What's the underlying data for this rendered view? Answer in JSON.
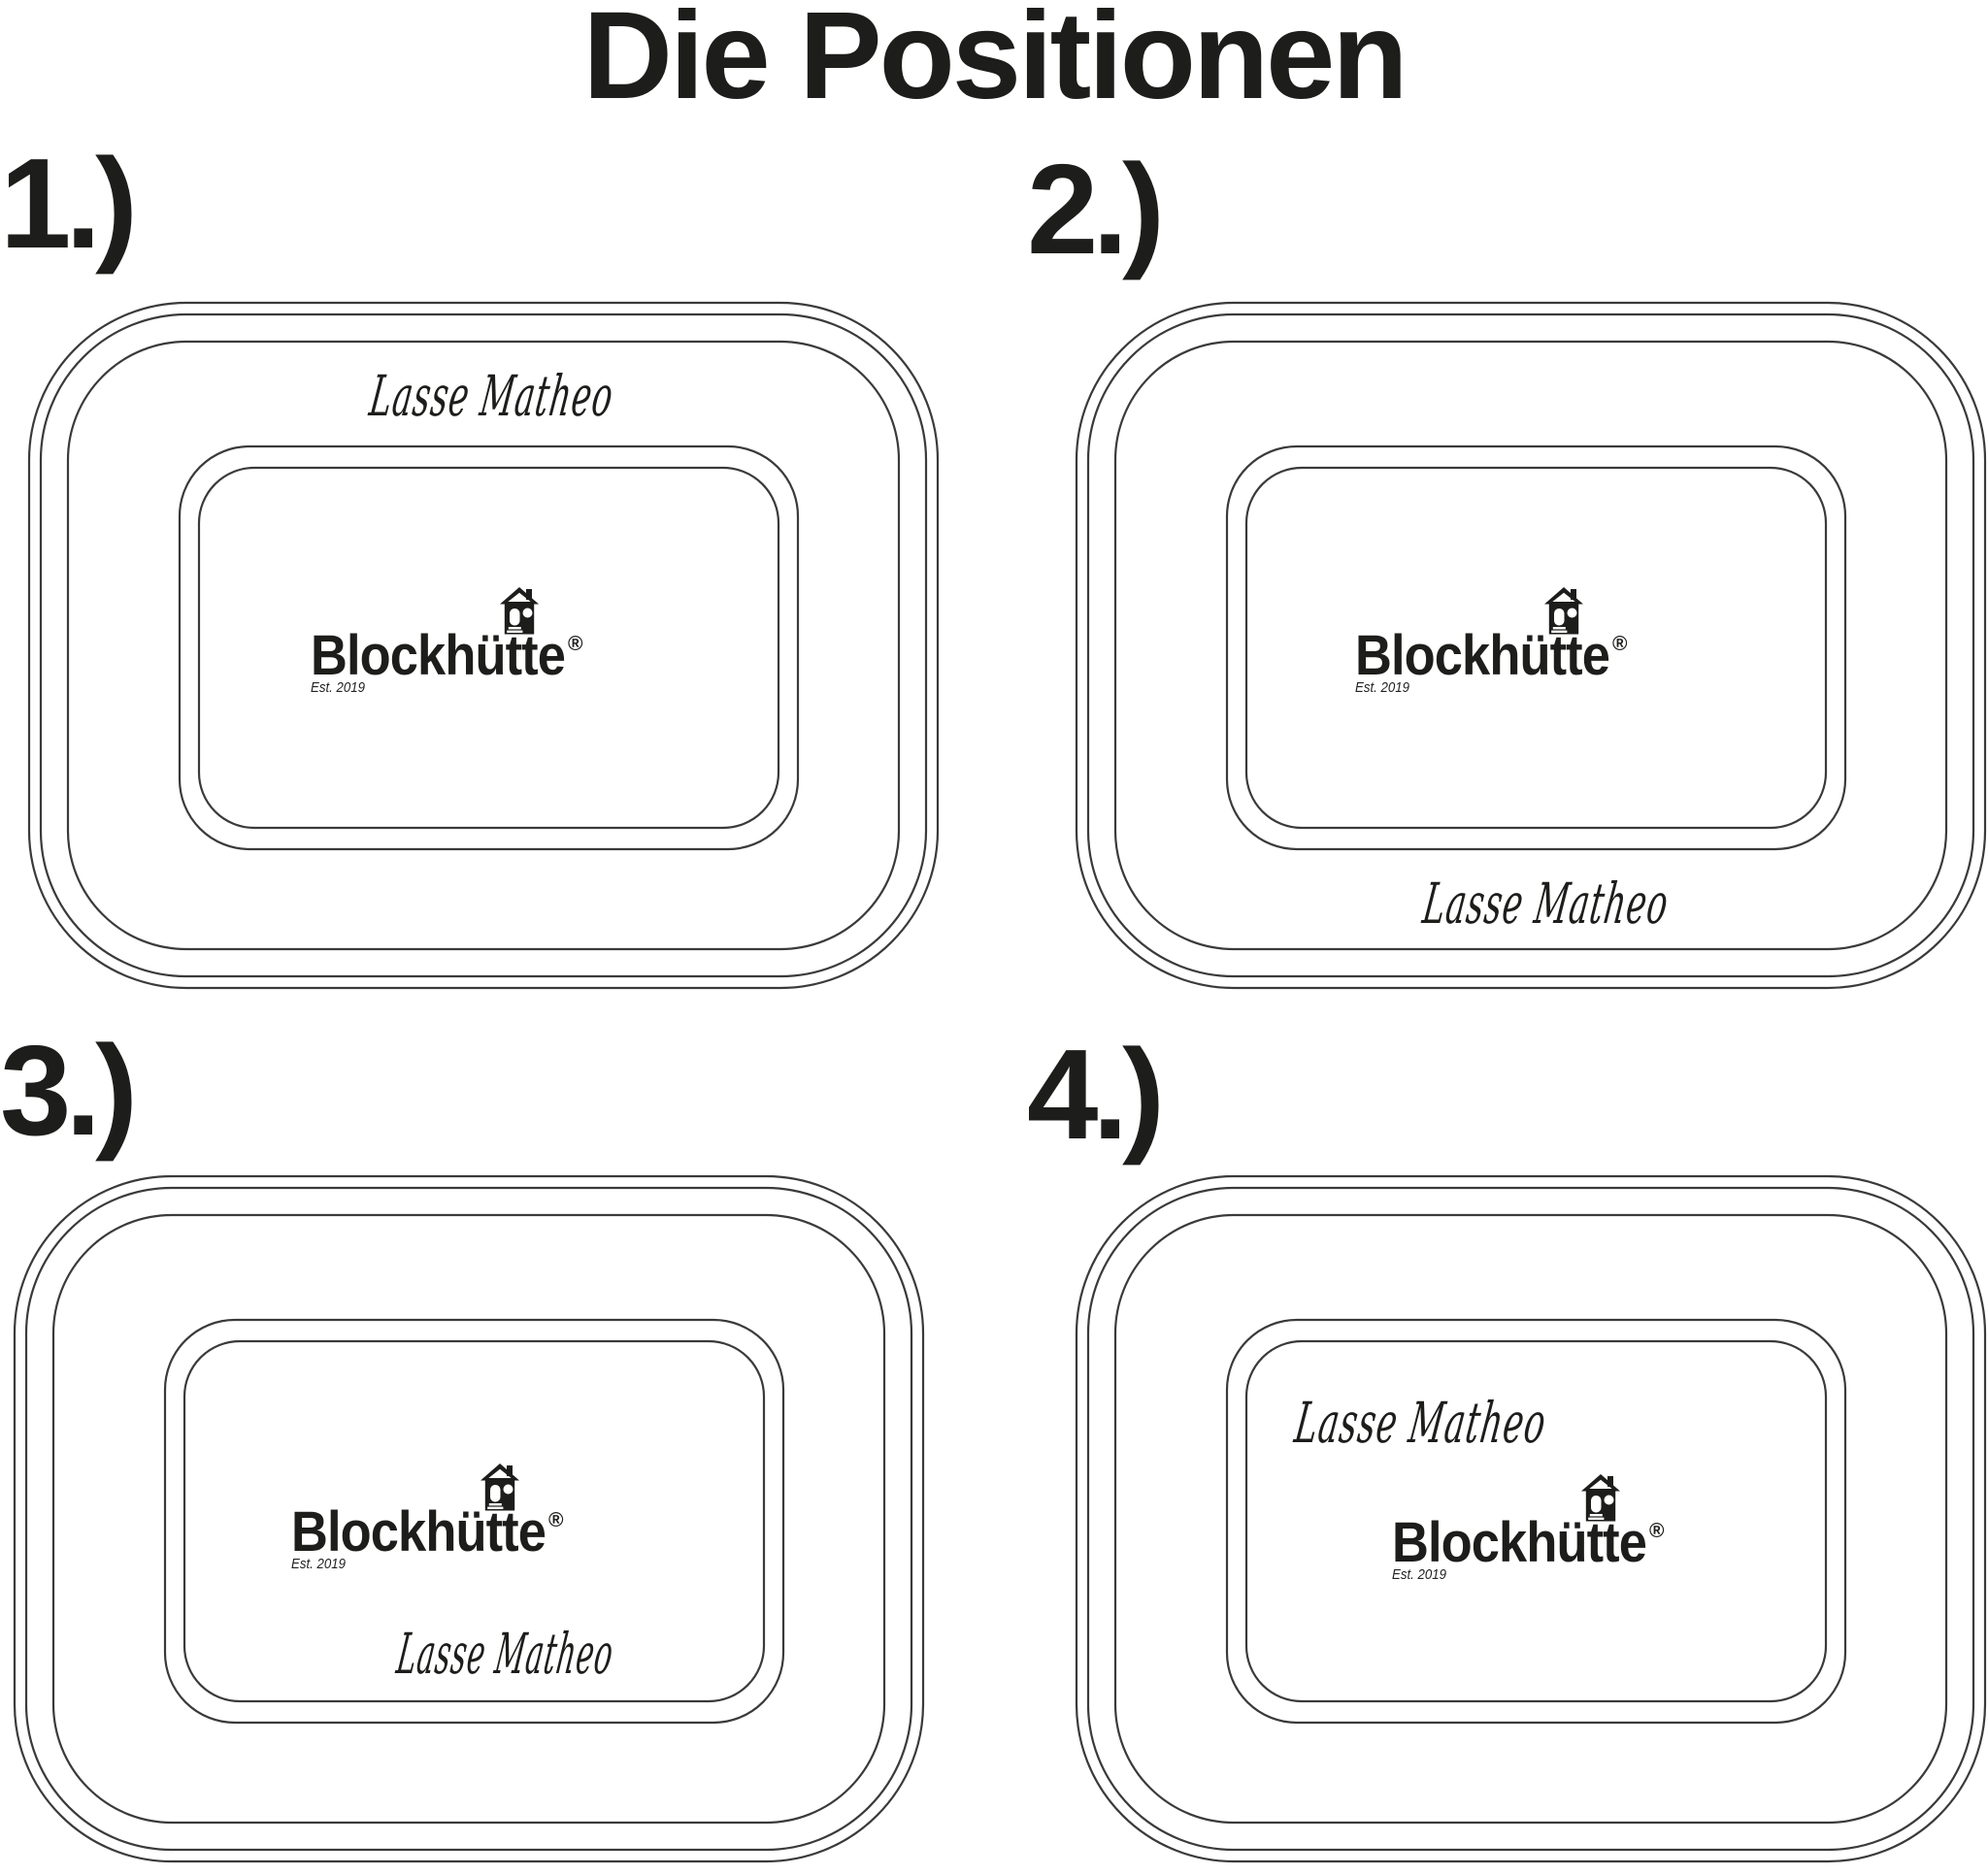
{
  "page": {
    "title": "Die Positionen",
    "background_color": "#ffffff",
    "line_color": "#3a3a3a",
    "ink_color": "#1d1d1b"
  },
  "brand": {
    "name": "Blockhütte",
    "registered_mark": "®",
    "established": "Est. 2019",
    "icon": "house-icon"
  },
  "positions": [
    {
      "label": "1.)",
      "engraving_name": "Lasse Matheo",
      "name_placement": "top rim, above inner panel"
    },
    {
      "label": "2.)",
      "engraving_name": "Lasse Matheo",
      "name_placement": "bottom rim, below inner panel"
    },
    {
      "label": "3.)",
      "engraving_name": "Lasse Matheo",
      "name_placement": "inside inner panel, bottom right of logo"
    },
    {
      "label": "4.)",
      "engraving_name": "Lasse Matheo",
      "name_placement": "inside inner panel, top left above logo"
    }
  ]
}
